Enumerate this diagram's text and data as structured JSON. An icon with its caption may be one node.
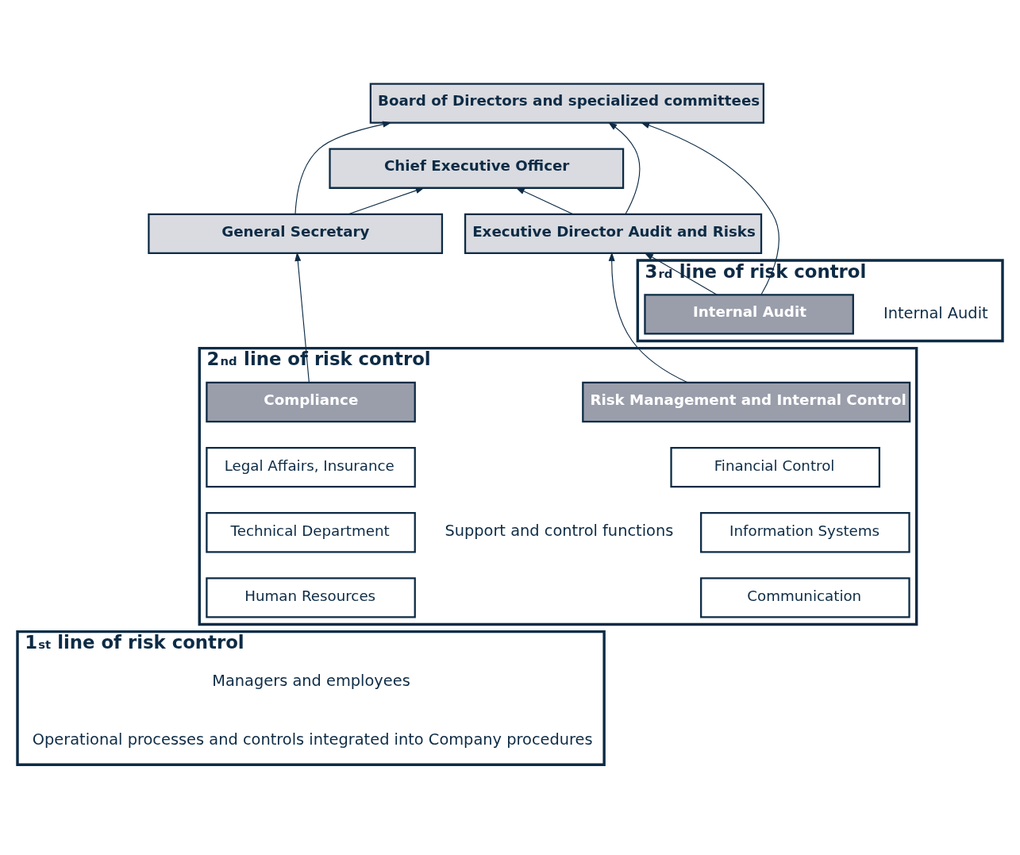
{
  "diagram": {
    "nodes": [
      {
        "text": [
          "Board of Directors and specialized committees"
        ]
      },
      {
        "text": [
          "Chief Executive Officer"
        ]
      },
      {
        "text": [
          "General Secretary"
        ]
      },
      {
        "text": [
          "Executive Director Audit and Risks"
        ]
      },
      {
        "text": [
          "3$^{rd}$ line of risk control",
          "Internal Audit"
        ]
      },
      {
        "text": [
          "Internal Audit"
        ],
        "in": 4
      },
      {
        "text": [
          "2$^{nd}$ line of risk control",
          "Support and control functions"
        ]
      },
      {
        "text": [
          "Compliance"
        ],
        "in": 6
      },
      {
        "text": [
          "Risk Management and Internal Control"
        ],
        "in": 6
      },
      {
        "text": [
          "Legal Affairs, Insurance"
        ],
        "in": 6
      },
      {
        "text": [
          "Financial Control"
        ],
        "in": 6
      },
      {
        "text": [
          "Technical Department"
        ],
        "in": 6
      },
      {
        "text": [
          "Information Systems"
        ],
        "in": 6
      },
      {
        "text": [
          "Human Resources"
        ],
        "in": 6
      },
      {
        "text": [
          "Communication"
        ],
        "in": 6
      },
      {
        "text": [
          "1$^{st}$ line of risk control",
          "Managers and employees",
          "Operational processes and controls integrated into Company procedures"
        ]
      }
    ],
    "edges": [
      {
        "from": 2,
        "to": 1,
        "arrow": "to"
      },
      {
        "from": 3,
        "to": 1,
        "arrow": "to"
      },
      {
        "from": 2,
        "to": 0,
        "arrow": "to"
      },
      {
        "from": 3,
        "to": 0,
        "arrow": "to"
      },
      {
        "from": 5,
        "to": 0,
        "arrow": "to"
      },
      {
        "from": 5,
        "to": 3,
        "arrow": "to"
      },
      {
        "from": 8,
        "to": 3,
        "arrow": "to"
      },
      {
        "from": 7,
        "to": 2,
        "arrow": "to"
      }
    ]
  }
}
